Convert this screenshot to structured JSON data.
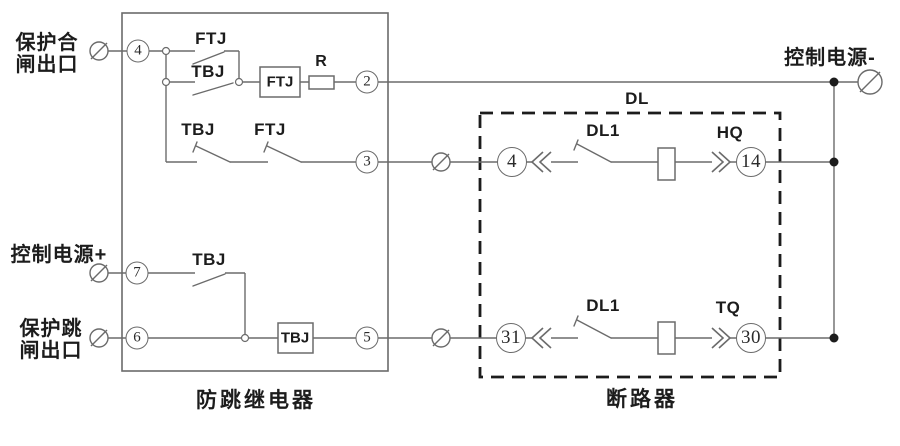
{
  "colors": {
    "background": "#ffffff",
    "wire": "#6b6b6b",
    "dashed_box": "#1c1c1c",
    "text": "#1c1c1c"
  },
  "left": {
    "close1": "保护合",
    "close2": "闸出口",
    "power_plus": "控制电源+",
    "trip1": "保护跳",
    "trip2": "闸出口"
  },
  "right": {
    "power_minus": "控制电源-"
  },
  "titles": {
    "relay": "防跳继电器",
    "breaker": "断路器",
    "breaker_tag": "DL"
  },
  "contacts": {
    "ftj_r1": "FTJ",
    "tbj_r2": "TBJ",
    "tbj_r3": "TBJ",
    "ftj_r3": "FTJ",
    "tbj_r7": "TBJ",
    "dl1_top": "DL1",
    "dl1_bottom": "DL1"
  },
  "coils": {
    "ftj": "FTJ",
    "tbj": "TBJ",
    "resistor": "R",
    "hq": "HQ",
    "tq": "TQ"
  },
  "terminals": {
    "t4": "4",
    "t2": "2",
    "t3": "3",
    "t7": "7",
    "t6": "6",
    "t5": "5",
    "dl4": "4",
    "dl14": "14",
    "dl31": "31",
    "dl30": "30"
  }
}
